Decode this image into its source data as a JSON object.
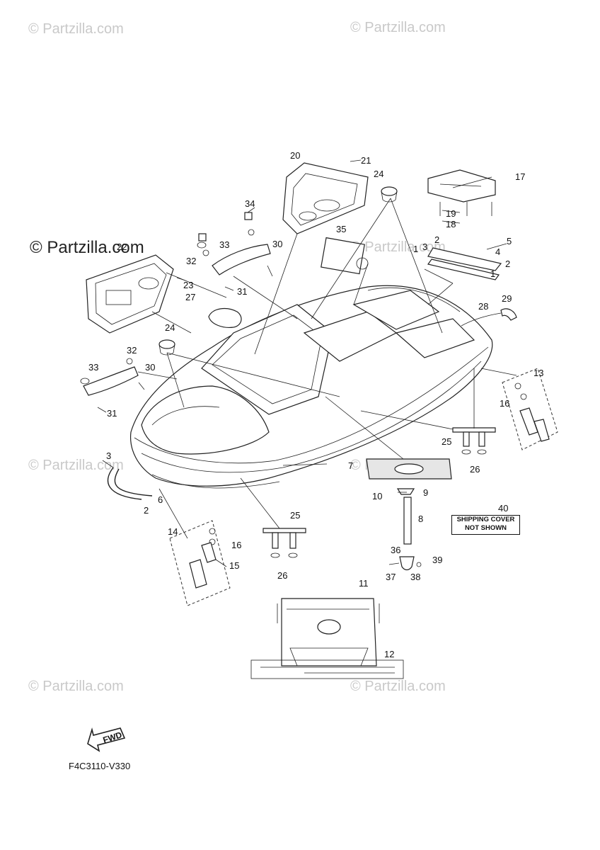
{
  "watermarks": {
    "small": "© Partzilla.com",
    "large": "© Partzilla.com"
  },
  "note": {
    "number": "40",
    "line1": "SHIPPING COVER",
    "line2": "NOT SHOWN"
  },
  "diagram_code": "F4C3110-V330",
  "fwd_label": "FWD",
  "callouts": [
    "1",
    "1",
    "2",
    "2",
    "2",
    "3",
    "3",
    "4",
    "5",
    "6",
    "7",
    "8",
    "9",
    "10",
    "11",
    "12",
    "13",
    "14",
    "15",
    "16",
    "16",
    "17",
    "18",
    "19",
    "20",
    "21",
    "22",
    "23",
    "24",
    "24",
    "25",
    "25",
    "26",
    "26",
    "27",
    "28",
    "29",
    "30",
    "30",
    "31",
    "31",
    "32",
    "32",
    "33",
    "33",
    "34",
    "35",
    "36",
    "37",
    "38",
    "39"
  ]
}
